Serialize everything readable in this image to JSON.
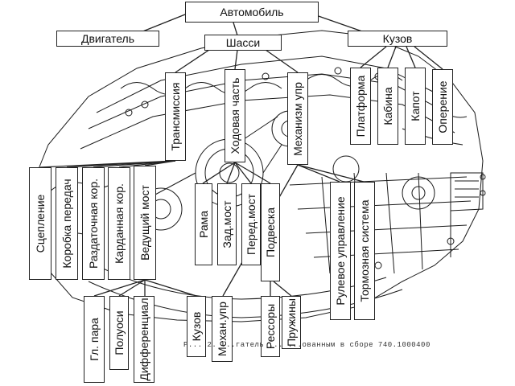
{
  "diagram": {
    "root": "Автомобиль",
    "level1": {
      "engine": "Двигатель",
      "chassis": "Шасси",
      "body": "Кузов"
    },
    "chassis_groups": {
      "transmission": "Трансмиссия",
      "running_gear": "Ходовая часть",
      "control": "Механизм упр"
    },
    "body_parts": {
      "platform": "Платформа",
      "cab": "Кабина",
      "hood": "Капот",
      "fenders": "Оперение"
    },
    "transmission_parts": {
      "clutch": "Сцепление",
      "gearbox": "Коробка передач",
      "transfer_case": "Раздаточная кор.",
      "cardan_box": "Карданная кор.",
      "drive_axle": "Ведущий мост"
    },
    "drive_axle_parts": {
      "main_gear": "Гл. пара",
      "half_shafts": "Полуоси",
      "differential": "Дифференциал",
      "housing": "Кузов"
    },
    "running_gear_parts": {
      "frame": "Рама",
      "rear_axle": "Зад.мост",
      "front_axle": "Перед.мост",
      "suspension": "Подвеска"
    },
    "suspension_parts": {
      "leaf_springs": "Рессоры",
      "coil_springs": "Пружины"
    },
    "control_parts": {
      "steering": "Рулевое управление",
      "brakes": "Тормозная система",
      "mech_control": "Механ.упр"
    },
    "caption": "Р... 2. ...гатель ... ...ованным в сборе 740.1000400"
  }
}
